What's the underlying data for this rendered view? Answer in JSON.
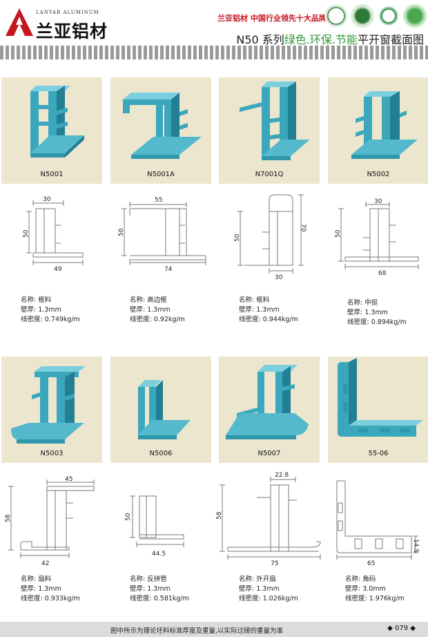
{
  "header": {
    "logo_sub": "LANYAR ALUMINUM",
    "logo_name": "兰亚铝材",
    "slogan": "兰亚铝材  中国行业领先十大品牌",
    "title_prefix": "N50 系列",
    "title_green": "绿色.环保.节能",
    "title_suffix": "平开窗截面图"
  },
  "profiles": [
    {
      "code": "N5001",
      "name_label": "名称:",
      "name": "框料",
      "wall_label": "壁厚:",
      "wall": "1.3mm",
      "density_label": "线密度:",
      "density": "0.749kg/m",
      "dims": [
        "30",
        "50",
        "49"
      ]
    },
    {
      "code": "N5001A",
      "name_label": "名称:",
      "name": "高边框",
      "wall_label": "壁厚:",
      "wall": "1.3mm",
      "density_label": "线密度:",
      "density": "0.92kg/m",
      "dims": [
        "55",
        "50",
        "74"
      ]
    },
    {
      "code": "N7001Q",
      "name_label": "名称:",
      "name": "框料",
      "wall_label": "壁厚:",
      "wall": "1.3mm",
      "density_label": "线密度:",
      "density": "0.944kg/m",
      "dims": [
        "50",
        "70",
        "30"
      ]
    },
    {
      "code": "N5002",
      "name_label": "名称:",
      "name": "中挺",
      "wall_label": "壁厚:",
      "wall": "1.3mm",
      "density_label": "线密度:",
      "density": "0.894kg/m",
      "dims": [
        "30",
        "50",
        "68"
      ]
    },
    {
      "code": "N5003",
      "name_label": "名称:",
      "name": "扇料",
      "wall_label": "壁厚:",
      "wall": "1.3mm",
      "density_label": "线密度:",
      "density": "0.933kg/m",
      "dims": [
        "45",
        "58",
        "42"
      ]
    },
    {
      "code": "N5006",
      "name_label": "名称:",
      "name": "反拼管",
      "wall_label": "壁厚:",
      "wall": "1.3mm",
      "density_label": "线密度:",
      "density": "0.581kg/m",
      "dims": [
        "50",
        "44.5"
      ]
    },
    {
      "code": "N5007",
      "name_label": "名称:",
      "name": "外开扇",
      "wall_label": "壁厚:",
      "wall": "1.3mm",
      "density_label": "线密度:",
      "density": "1.026kg/m",
      "dims": [
        "22.8",
        "58",
        "75"
      ]
    },
    {
      "code": "55-06",
      "name_label": "名称:",
      "name": "角码",
      "wall_label": "壁厚:",
      "wall": "3.0mm",
      "density_label": "线密度:",
      "density": "1.976kg/m",
      "dims": [
        "65",
        "14.5"
      ]
    }
  ],
  "footer": {
    "note": "图中所示为理论坯料标准厚度及重量,以实际过磅的重量为准",
    "page": "◆ 079 ◆"
  },
  "colors": {
    "profile_fill": "#3aa7bd",
    "profile_dark": "#237f93",
    "card_bg": "#ece6cf",
    "brand_red": "#c4161c",
    "green": "#2e9a36"
  }
}
